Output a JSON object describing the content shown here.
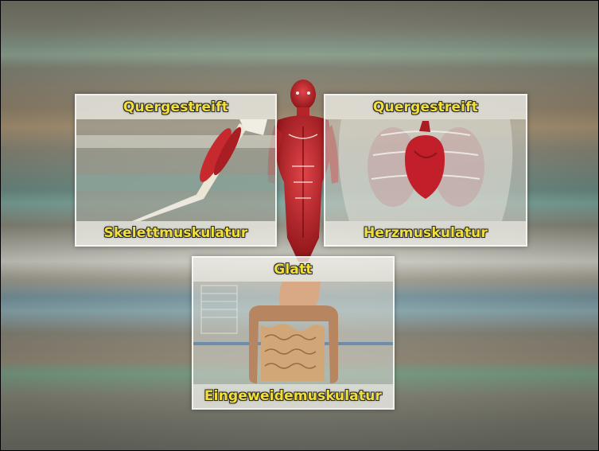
{
  "panels": {
    "skelett": {
      "category": "Quergestreift",
      "name": "Skelettmuskulatur",
      "image": "arm-muscle-illustration"
    },
    "herz": {
      "category": "Quergestreift",
      "name": "Herzmuskulatur",
      "image": "heart-in-thorax-illustration"
    },
    "glatt": {
      "category": "Glatt",
      "name": "Eingeweidemuskulatur",
      "image": "intestines-illustration"
    }
  },
  "background_figure": "red-muscular-human-figure",
  "colors": {
    "label_text": "#f2df3a",
    "label_outline": "#2a2a2a",
    "muscle_red": "#c0282c",
    "intestine": "#d2a777"
  }
}
